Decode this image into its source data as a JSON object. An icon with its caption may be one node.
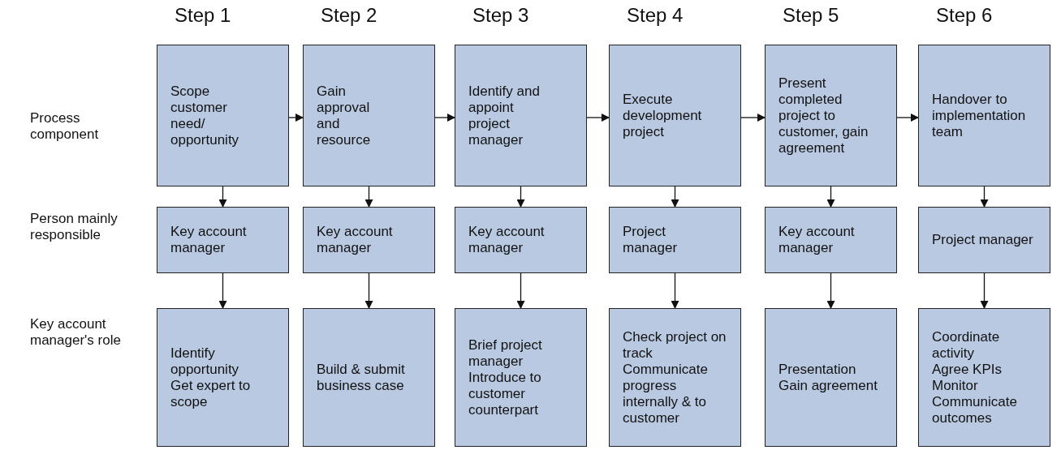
{
  "diagram": {
    "nodes": [
      {
        "text": [
          "Scope customer need/ opportunity"
        ]
      },
      {
        "text": [
          "Gain approval and resource"
        ]
      },
      {
        "text": [
          "Identify and appoint project manager"
        ]
      },
      {
        "text": [
          "Execute development project"
        ]
      },
      {
        "text": [
          "Present completed project to customer, gain agreement"
        ]
      },
      {
        "text": [
          "Handover to implementation team"
        ]
      },
      {
        "text": [
          "Key account manager"
        ]
      },
      {
        "text": [
          "Key account manager"
        ]
      },
      {
        "text": [
          "Key account manager"
        ]
      },
      {
        "text": [
          "Project manager"
        ]
      },
      {
        "text": [
          "Key account manager"
        ]
      },
      {
        "text": [
          "Project manager"
        ]
      },
      {
        "text": [
          "Identify opportunity",
          "Get expert to scope"
        ]
      },
      {
        "text": [
          "Build & submit business case"
        ]
      },
      {
        "text": [
          "Brief project manager",
          "Introduce to customer counterpart"
        ]
      },
      {
        "text": [
          "Check project on track",
          "Communicate progress internally & to customer"
        ]
      },
      {
        "text": [
          "Presentation",
          "Gain agreement"
        ]
      },
      {
        "text": [
          "Coordinate activity",
          "Agree KPIs",
          "Monitor",
          "Communicate outcomes"
        ]
      }
    ],
    "edges": [
      {
        "from": 0,
        "to": 1,
        "arrow": "to"
      },
      {
        "from": 1,
        "to": 2,
        "arrow": "to"
      },
      {
        "from": 2,
        "to": 3,
        "arrow": "to"
      },
      {
        "from": 3,
        "to": 4,
        "arrow": "to"
      },
      {
        "from": 4,
        "to": 5,
        "arrow": "to"
      },
      {
        "from": 0,
        "to": 6,
        "arrow": "to"
      },
      {
        "from": 1,
        "to": 7,
        "arrow": "to"
      },
      {
        "from": 2,
        "to": 8,
        "arrow": "to"
      },
      {
        "from": 3,
        "to": 9,
        "arrow": "to"
      },
      {
        "from": 4,
        "to": 10,
        "arrow": "to"
      },
      {
        "from": 5,
        "to": 11,
        "arrow": "to"
      },
      {
        "from": 6,
        "to": 12,
        "arrow": "to"
      },
      {
        "from": 7,
        "to": 13,
        "arrow": "to"
      },
      {
        "from": 8,
        "to": 14,
        "arrow": "to"
      },
      {
        "from": 9,
        "to": 15,
        "arrow": "to"
      },
      {
        "from": 10,
        "to": 16,
        "arrow": "to"
      },
      {
        "from": 11,
        "to": 17,
        "arrow": "to"
      }
    ],
    "labels": [
      "Step 1",
      "Step 2",
      "Step 3",
      "Step 4",
      "Step 5",
      "Step 6",
      "Process component",
      "Person mainly responsible",
      "Key account manager's role"
    ]
  }
}
